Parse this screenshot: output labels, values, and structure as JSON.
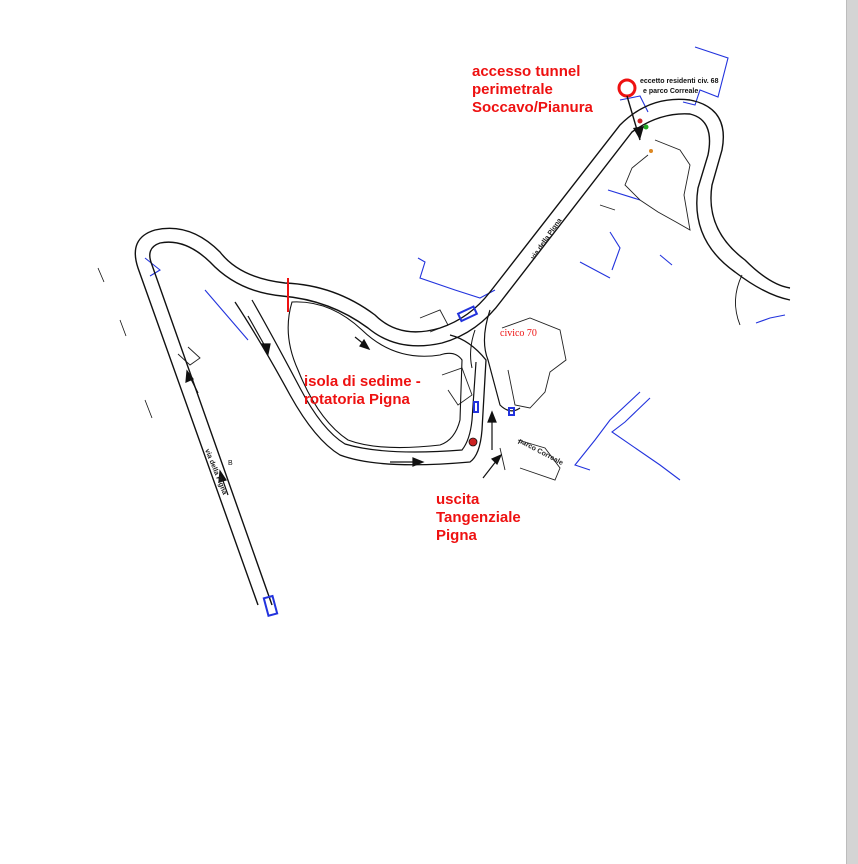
{
  "map": {
    "labels": {
      "tunnel": [
        "accesso tunnel",
        "perimetrale",
        "Soccavo/Pianura"
      ],
      "island": [
        "isola di sedime -",
        "rotatoria Pigna"
      ],
      "exit": [
        "uscita",
        "Tangenziale",
        "Pigna"
      ],
      "except_note": [
        "eccetto residenti civ. 68",
        "e parco Correale"
      ],
      "civico": "civico 70"
    },
    "streets": {
      "via_pigna_upper": "via della Pigna",
      "via_pigna_lower": "via della Pigna",
      "parco": "parco Correale"
    },
    "colors": {
      "annotation": "#ee1111",
      "roads": "#111111",
      "buildings": "#2233dd",
      "background": "#ffffff"
    },
    "icons": [
      "no-entry-sign-icon",
      "traffic-light-icon",
      "bus-stop-icon"
    ]
  }
}
